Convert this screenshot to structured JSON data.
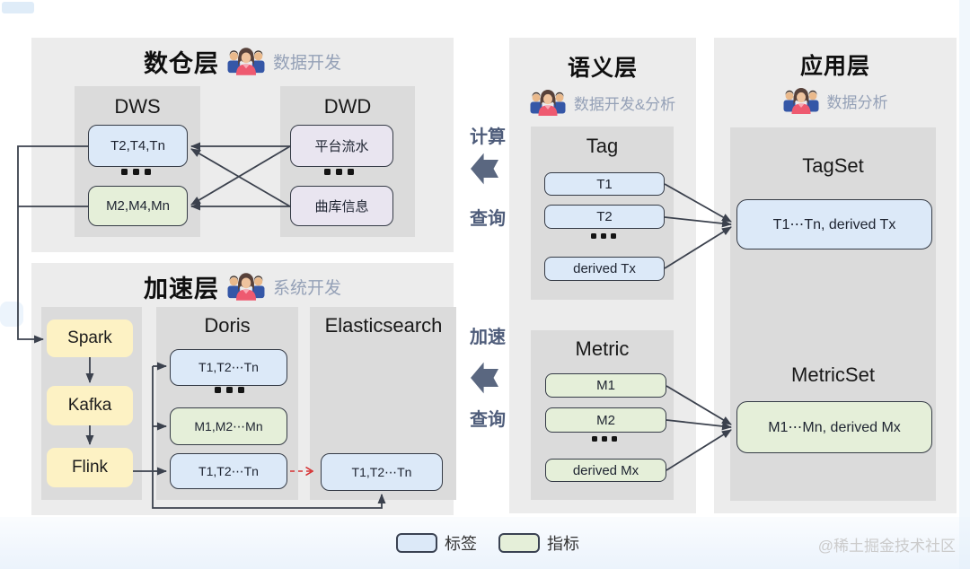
{
  "colors": {
    "panel": "#ececec",
    "inner": "#dbdbdb",
    "blue_box": "#dce9f8",
    "green_box": "#e5efd9",
    "yellow_box": "#fdf2c4",
    "lavender_box": "#e9e5f0",
    "line": "#3b414d",
    "flow": "#5a6780",
    "flow_text": "#4e5c7a",
    "red": "#d63031",
    "role": "#95a1b7",
    "watermark": "#cbcbcb"
  },
  "icons": {
    "team": "team-people-icon"
  },
  "symbols": {
    "ellipsis": "..."
  },
  "warehouse": {
    "title": "数仓层",
    "role": "数据开发",
    "dws": {
      "title": "DWS",
      "tags": "T2,T4,Tn",
      "metrics": "M2,M4,Mn"
    },
    "dwd": {
      "title": "DWD",
      "box1": "平台流水",
      "box2": "曲库信息"
    }
  },
  "accel": {
    "title": "加速层",
    "role": "系统开发",
    "engines": [
      "Spark",
      "Kafka",
      "Flink"
    ],
    "doris": {
      "title": "Doris",
      "box1": "T1,T2⋯Tn",
      "box2": "M1,M2⋯Mn",
      "box3": "T1,T2⋯Tn"
    },
    "elasticsearch": {
      "title": "Elasticsearch",
      "box1": "T1,T2⋯Tn"
    }
  },
  "semantic": {
    "title": "语义层",
    "role": "数据开发&分析",
    "tag": {
      "title": "Tag",
      "box1": "T1",
      "box2": "T2",
      "box3": "derived Tx"
    },
    "metric": {
      "title": "Metric",
      "box1": "M1",
      "box2": "M2",
      "box3": "derived Mx"
    }
  },
  "app": {
    "title": "应用层",
    "role": "数据分析",
    "tagset": {
      "title": "TagSet",
      "box": "T1⋯Tn, derived Tx"
    },
    "metricset": {
      "title": "MetricSet",
      "box": "M1⋯Mn, derived Mx"
    }
  },
  "flows": {
    "compute": "计算",
    "query_a": "查询",
    "accelerate": "加速",
    "query_b": "查询"
  },
  "legend": {
    "tag_label": "标签",
    "metric_label": "指标"
  },
  "watermark": "@稀土掘金技术社区"
}
